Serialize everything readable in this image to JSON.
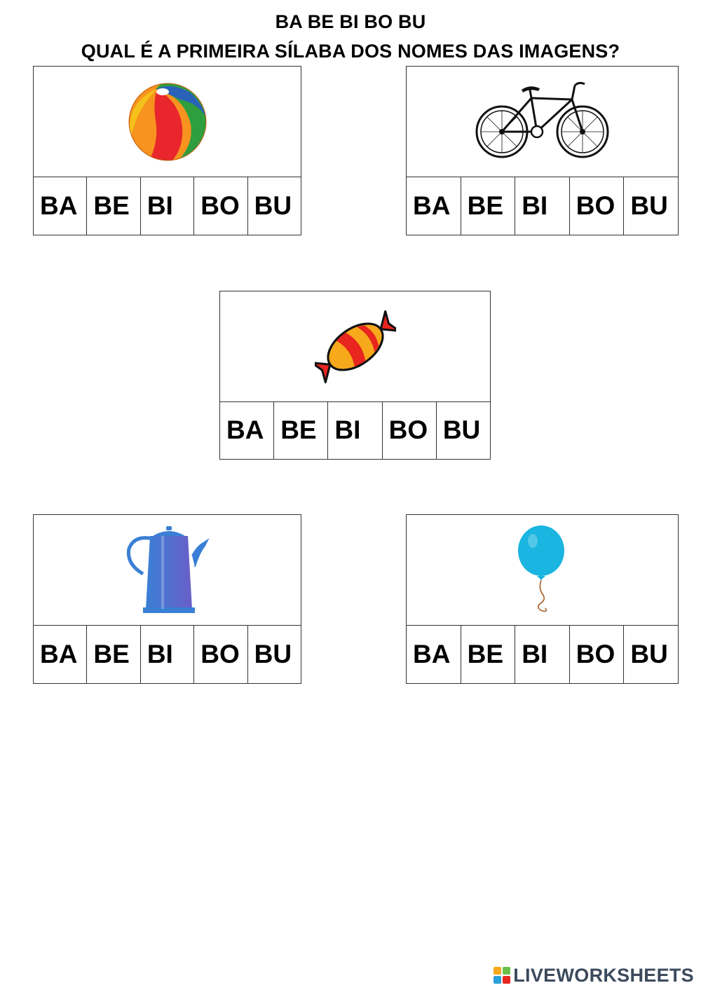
{
  "header": {
    "line1": "BA BE BI BO BU",
    "line2": "QUAL É A PRIMEIRA SÍLABA DOS NOMES DAS IMAGENS?"
  },
  "cards": [
    {
      "image": "beach-ball-icon",
      "options": [
        "BA",
        "BE",
        "BI",
        "BO",
        "BU"
      ]
    },
    {
      "image": "bicycle-icon",
      "options": [
        "BA",
        "BE",
        "BI",
        "BO",
        "BU"
      ]
    },
    {
      "image": "candy-icon",
      "options": [
        "BA",
        "BE",
        "BI",
        "BO",
        "BU"
      ]
    },
    {
      "image": "kettle-icon",
      "options": [
        "BA",
        "BE",
        "BI",
        "BO",
        "BU"
      ]
    },
    {
      "image": "balloon-icon",
      "options": [
        "BA",
        "BE",
        "BI",
        "BO",
        "BU"
      ]
    }
  ],
  "footer": {
    "brand": "LIVEWORKSHEETS",
    "logo_icon": "liveworksheets-logo-icon"
  },
  "colors": {
    "balloon": "#1ab5e0",
    "kettle": "#3a7fd5",
    "candy_red": "#e8251e",
    "candy_yellow": "#f7a81b",
    "brand_text": "#3c4a5c"
  }
}
